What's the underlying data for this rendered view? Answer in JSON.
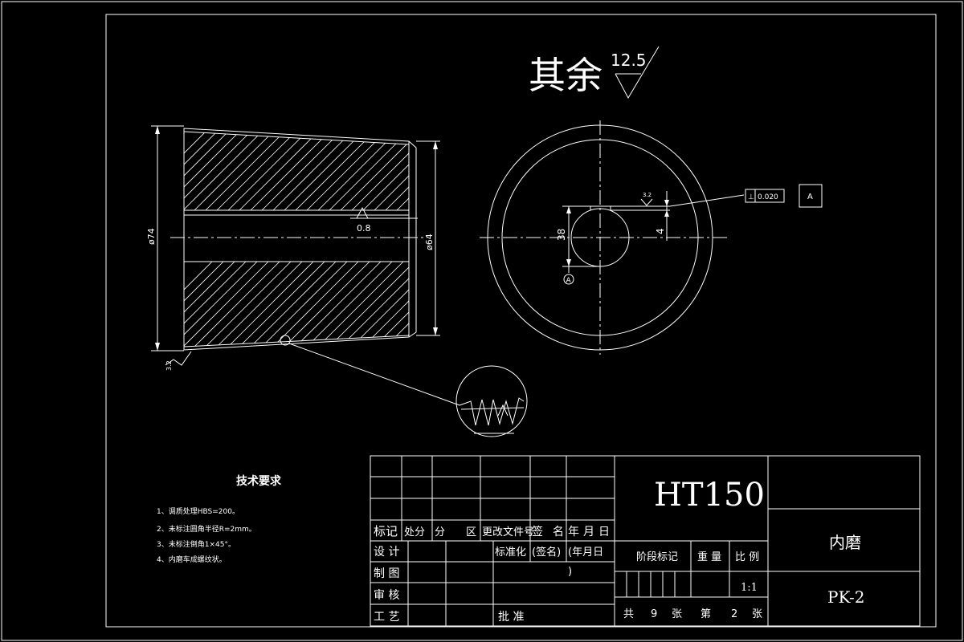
{
  "surface_note": {
    "prefix": "其余",
    "roughness": "12.5"
  },
  "dimensions": {
    "outer_diameter": "ø74",
    "inner_diameter": "ø64",
    "bore_roughness": "0.8",
    "side_roughness": "3.2",
    "keyway_roughness": "3.2",
    "keyway_depth": "38",
    "keyway_width": "4",
    "datum": "A"
  },
  "tolerance": {
    "symbol": "⊥",
    "value": "0.020",
    "datum": "A"
  },
  "tech_requirements": {
    "title": "技术要求",
    "items": [
      "1、调质处理HBS=200。",
      "2、未标注圆角半径R=2mm。",
      "3、未标注倒角1×45°。",
      "4、内磨车成螺纹状。"
    ]
  },
  "title_block": {
    "material": "HT150",
    "part_name": "内磨",
    "drawing_no": "PK-2",
    "header_row": [
      "标记",
      "处分",
      "分",
      "区",
      "更改文件号",
      "签",
      "名",
      "年",
      "月",
      "日"
    ],
    "design_label": "设 计",
    "standardize_label": "标准化",
    "sign_label": "(签名)",
    "date_label": "(年月日",
    "date_close": ")",
    "drafting_label": "制 图",
    "review_label": "审 核",
    "process_label": "工 艺",
    "approve_label": "批 准",
    "stage_label": "阶段标记",
    "weight_label": "重 量",
    "scale_label": "比 例",
    "scale_value": "1:1",
    "sheets": {
      "total_prefix": "共",
      "total": "9",
      "unit1": "张",
      "sheet_prefix": "第",
      "sheet": "2",
      "unit2": "张"
    }
  }
}
